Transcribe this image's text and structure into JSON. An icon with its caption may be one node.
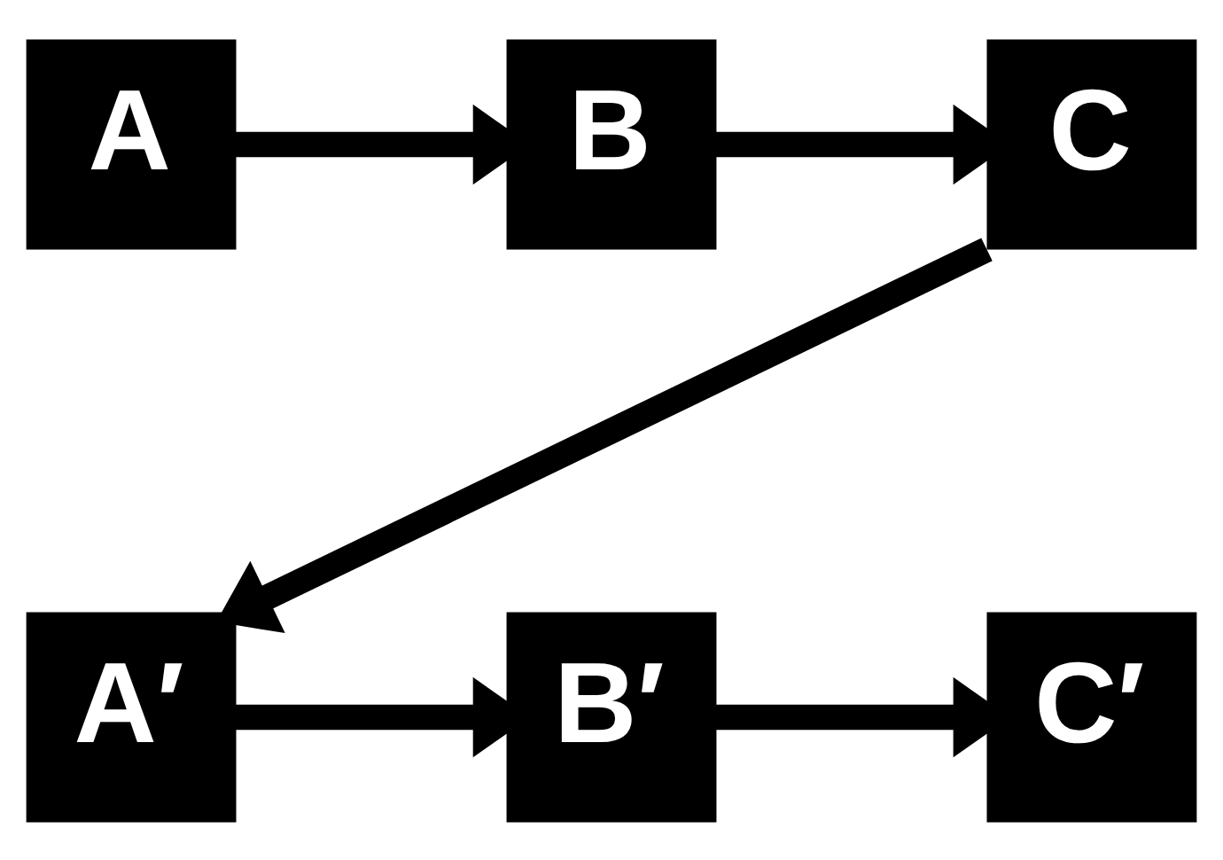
{
  "diagram": {
    "nodes": [
      {
        "text": [
          "A"
        ]
      },
      {
        "text": [
          "B"
        ]
      },
      {
        "text": [
          "C"
        ]
      },
      {
        "text": [
          "A′"
        ]
      },
      {
        "text": [
          "B′"
        ]
      },
      {
        "text": [
          "C′"
        ]
      }
    ],
    "edges": [
      {
        "from": 0,
        "to": 1,
        "arrow": "to"
      },
      {
        "from": 1,
        "to": 2,
        "arrow": "to"
      },
      {
        "from": 2,
        "to": 3,
        "arrow": "to"
      },
      {
        "from": 3,
        "to": 4,
        "arrow": "to"
      },
      {
        "from": 4,
        "to": 5,
        "arrow": "to"
      }
    ]
  }
}
